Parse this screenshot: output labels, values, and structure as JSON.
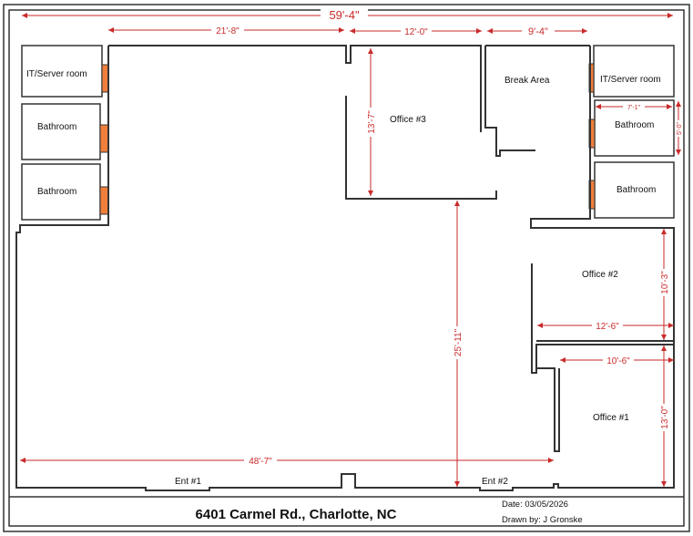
{
  "title_block": {
    "address": "6401 Carmel Rd., Charlotte, NC",
    "date": "Date: 03/05/2026",
    "drawn_by": "Drawn by: J Gronske"
  },
  "rooms": {
    "it_server_left": "IT/Server room",
    "bathroom_left_1": "Bathroom",
    "bathroom_left_2": "Bathroom",
    "office_3": "Office #3",
    "break_area": "Break Area",
    "it_server_right": "IT/Server room",
    "bathroom_right_1": "Bathroom",
    "bathroom_right_2": "Bathroom",
    "office_2": "Office #2",
    "office_1": "Office #1",
    "ent_1": "Ent #1",
    "ent_2": "Ent #2"
  },
  "dimensions": {
    "overall_width": "59'-4\"",
    "main_area_width": "21'-8\"",
    "office_3_width": "12'-0\"",
    "break_area_width": "9'-4\"",
    "office_3_depth": "13'-7\"",
    "bathroom_width": "7'-1\"",
    "bathroom_depth": "5'-0\"",
    "main_area_depth": "25'-11\"",
    "office_2_depth": "10'-3\"",
    "office_2_width": "12'-6\"",
    "office_1_width": "10'-6\"",
    "office_1_depth": "13'-0\"",
    "front_width": "48'-7\""
  },
  "colors": {
    "dimension": "#c92a2a",
    "door": "#f07f3c",
    "wall": "#333333"
  }
}
